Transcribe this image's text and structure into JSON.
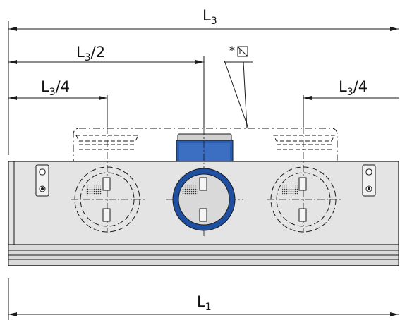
{
  "dimensions": {
    "l3": {
      "base": "L",
      "sub": "3",
      "suffix": ""
    },
    "l3_half": {
      "base": "L",
      "sub": "3",
      "suffix": "/2"
    },
    "l3_quarter_left": {
      "base": "L",
      "sub": "3",
      "suffix": "/4"
    },
    "l3_quarter_right": {
      "base": "L",
      "sub": "3",
      "suffix": "/4"
    },
    "l1": {
      "base": "L",
      "sub": "1",
      "suffix": ""
    }
  },
  "note": {
    "mark": "*"
  },
  "colors": {
    "line": "#1a1a1a",
    "body_fill": "#e4e4e4",
    "body_dark": "#cfcfcf",
    "duct_blue": "#1f4fa0",
    "duct_inner": "#d9d9d9"
  }
}
